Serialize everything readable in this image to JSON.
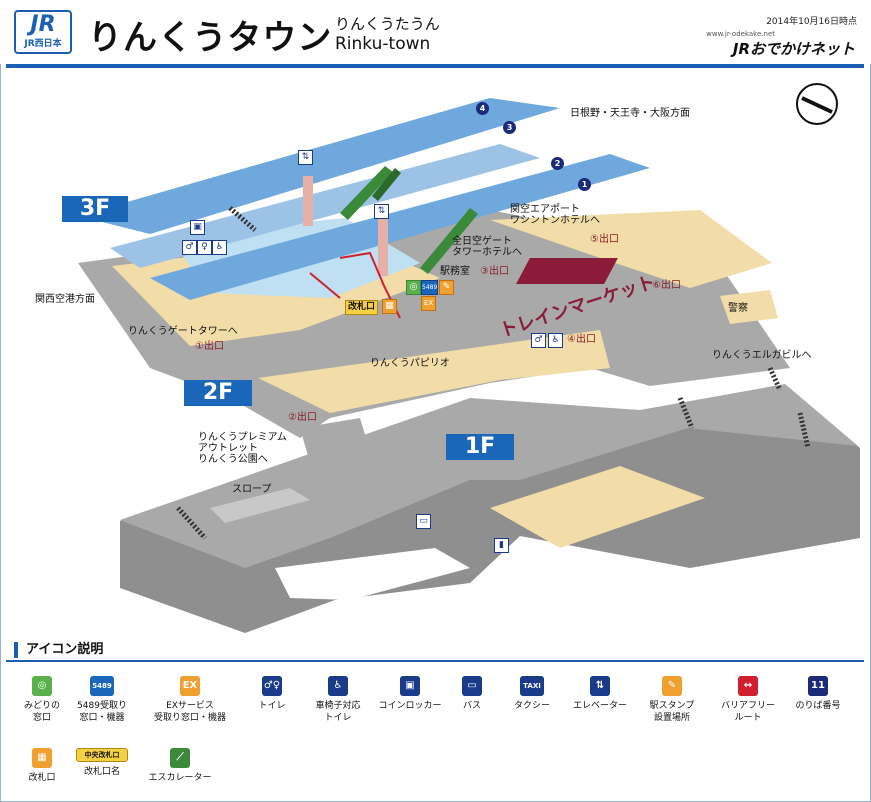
{
  "header": {
    "logo_main": "JR",
    "logo_sub": "JR西日本",
    "station_name": "りんくうタウン",
    "station_kana": "りんくうたうん",
    "station_romaji": "Rinku-town",
    "date": "2014年10月16日時点",
    "site_url": "www.jr-odekake.net",
    "brand": "JRおでかけネット"
  },
  "map": {
    "floors": {
      "f3": "3F",
      "f2": "2F",
      "f1": "1F"
    },
    "platform_numbers": [
      "4",
      "3",
      "2",
      "1"
    ],
    "directions": {
      "osaka": "日根野・天王寺・大阪方面",
      "kansai_airport": "関西空港方面"
    },
    "labels": {
      "airport_hotel": "関空エアポート\nワシントンホテルへ",
      "ana_gate": "全日空ゲート\nタワーホテルへ",
      "station_office": "駅務室",
      "gate_name": "改札口",
      "gate_tower": "りんくうゲートタワーへ",
      "pavilion": "りんくうパピリオ",
      "police": "警察",
      "elgabil": "りんくうエルガビルへ",
      "premium_outlet": "りんくうプレミアム\nアウトレット\nりんくう公園へ",
      "slope": "スロープ",
      "train_market": "トレインマーケット"
    },
    "exits": {
      "e1": "①出口",
      "e2": "②出口",
      "e3": "③出口",
      "e4": "④出口",
      "e5": "⑤出口",
      "e6": "⑥出口"
    },
    "mini_badges": {
      "m5489": "5489"
    }
  },
  "legend": {
    "title": "アイコン説明",
    "items": [
      {
        "name": "みどりの\n窓口",
        "icon": "midori-window-icon",
        "color": "#5ab04a",
        "glyph": "◎"
      },
      {
        "name": "5489受取り\n窓口・機器",
        "icon": "5489-icon",
        "color": "#1a66b8",
        "glyph": "5489"
      },
      {
        "name": "EXサービス\n受取り窓口・機器",
        "icon": "ex-service-icon",
        "color": "#f0a030",
        "glyph": "EX"
      },
      {
        "name": "トイレ",
        "icon": "toilet-icon",
        "color": "#1a3a8a",
        "glyph": "♂♀"
      },
      {
        "name": "車椅子対応\nトイレ",
        "icon": "wheelchair-toilet-icon",
        "color": "#1a3a8a",
        "glyph": "♿"
      },
      {
        "name": "コインロッカー",
        "icon": "coin-locker-icon",
        "color": "#1a3a8a",
        "glyph": "▣"
      },
      {
        "name": "バス",
        "icon": "bus-icon",
        "color": "#1a3a8a",
        "glyph": "▭"
      },
      {
        "name": "タクシー",
        "icon": "taxi-icon",
        "color": "#1a3a8a",
        "glyph": "TAXI"
      },
      {
        "name": "エレベーター",
        "icon": "elevator-icon",
        "color": "#1a3a8a",
        "glyph": "⇅"
      },
      {
        "name": "駅スタンプ\n設置場所",
        "icon": "station-stamp-icon",
        "color": "#f0a030",
        "glyph": "✎"
      },
      {
        "name": "バリアフリー\nルート",
        "icon": "barrier-free-route-icon",
        "color": "#d02030",
        "glyph": "↔"
      },
      {
        "name": "のりば番号",
        "icon": "platform-number-icon",
        "color": "#1b2a7a",
        "glyph": "11"
      },
      {
        "name": "改札口",
        "icon": "ticket-gate-icon",
        "color": "#f0a030",
        "glyph": "▦"
      },
      {
        "name": "改札口名",
        "icon": "gate-name-icon",
        "color": "#f5d040",
        "glyph": "中央改札口"
      },
      {
        "name": "エスカレーター",
        "icon": "escalator-icon",
        "color": "#3a8a3a",
        "glyph": "⟋"
      }
    ]
  }
}
